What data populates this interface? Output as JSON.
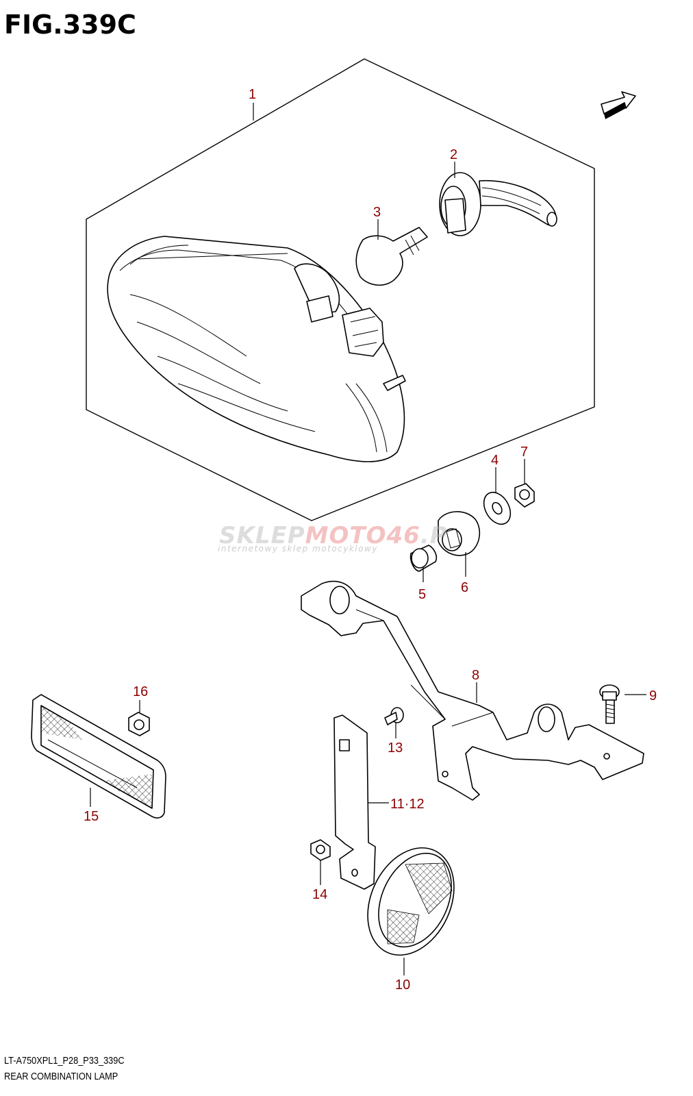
{
  "figure": {
    "title": "FIG.339C",
    "footer_code": "LT-A750XPL1_P28_P33_339C",
    "footer_name": "REAR COMBINATION LAMP"
  },
  "watermark": {
    "text_gray": "SKLEP",
    "text_red": "MOTO46",
    "suffix": ".P",
    "tagline": "internetowy sklep motocyklowy"
  },
  "callouts": [
    {
      "id": "c1",
      "label": "1"
    },
    {
      "id": "c2",
      "label": "2"
    },
    {
      "id": "c3",
      "label": "3"
    },
    {
      "id": "c4",
      "label": "4"
    },
    {
      "id": "c5",
      "label": "5"
    },
    {
      "id": "c6",
      "label": "6"
    },
    {
      "id": "c7",
      "label": "7"
    },
    {
      "id": "c8",
      "label": "8"
    },
    {
      "id": "c9",
      "label": "9"
    },
    {
      "id": "c10",
      "label": "10"
    },
    {
      "id": "c11",
      "label": "11·12"
    },
    {
      "id": "c13",
      "label": "13"
    },
    {
      "id": "c14",
      "label": "14"
    },
    {
      "id": "c15",
      "label": "15"
    },
    {
      "id": "c16",
      "label": "16"
    }
  ],
  "colors": {
    "callout": "#8b0000",
    "line": "#000000"
  },
  "icons": {
    "direction": "direction-arrow-icon"
  }
}
